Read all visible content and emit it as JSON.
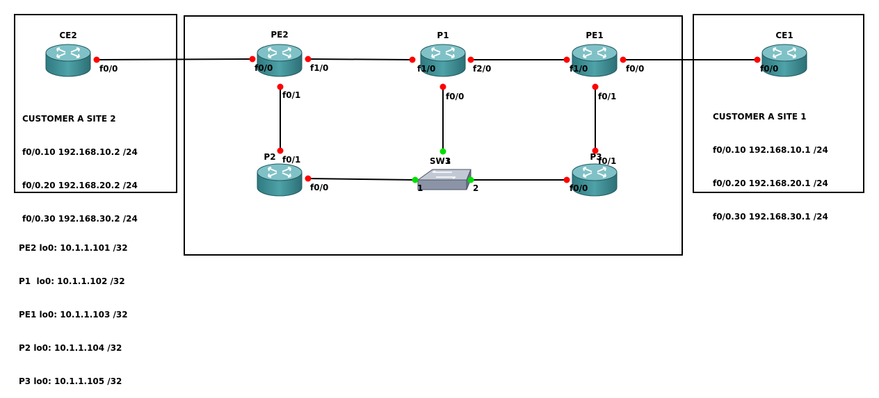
{
  "routers": {
    "ce2": "CE2",
    "pe2": "PE2",
    "p1": "P1",
    "pe1": "PE1",
    "ce1": "CE1",
    "p2": "P2",
    "p3": "P3",
    "sw1": "SW1"
  },
  "ports": {
    "ce2_f00": "f0/0",
    "pe2_f00": "f0/0",
    "pe2_f10": "f1/0",
    "pe2_f01": "f0/1",
    "p1_f10": "f1/0",
    "p1_f20": "f2/0",
    "p1_f00": "f0/0",
    "pe1_f10": "f1/0",
    "pe1_f00": "f0/0",
    "pe1_f01": "f0/1",
    "ce1_f00": "f0/0",
    "p2_f01": "f0/1",
    "p2_f00": "f0/0",
    "sw_1": "1",
    "sw_2": "2",
    "sw_3": "3",
    "p3_f01": "f0/1",
    "p3_f00": "f0/0"
  },
  "site2": {
    "title": "CUSTOMER A SITE 2",
    "lines": [
      "f0/0.10 192.168.10.2 /24",
      "f0/0.20 192.168.20.2 /24",
      "f0/0.30 192.168.30.2 /24"
    ]
  },
  "site1": {
    "title": "CUSTOMER A SITE 1",
    "lines": [
      "f0/0.10 192.168.10.1 /24",
      "f0/0.20 192.168.20.1 /24",
      "f0/0.30 192.168.30.1 /24"
    ]
  },
  "loopbacks": [
    "PE2 lo0: 10.1.1.101 /32",
    "P1  lo0: 10.1.1.102 /32",
    "PE1 lo0: 10.1.1.103 /32",
    "P2 lo0: 10.1.1.104 /32",
    "P3 lo0: 10.1.1.105 /32"
  ],
  "colors": {
    "router_body": "#3e8d94",
    "router_top": "#7fc1c6",
    "port_down": "#ff0000",
    "port_up": "#00e000",
    "switch_body": "#8a94a6"
  }
}
